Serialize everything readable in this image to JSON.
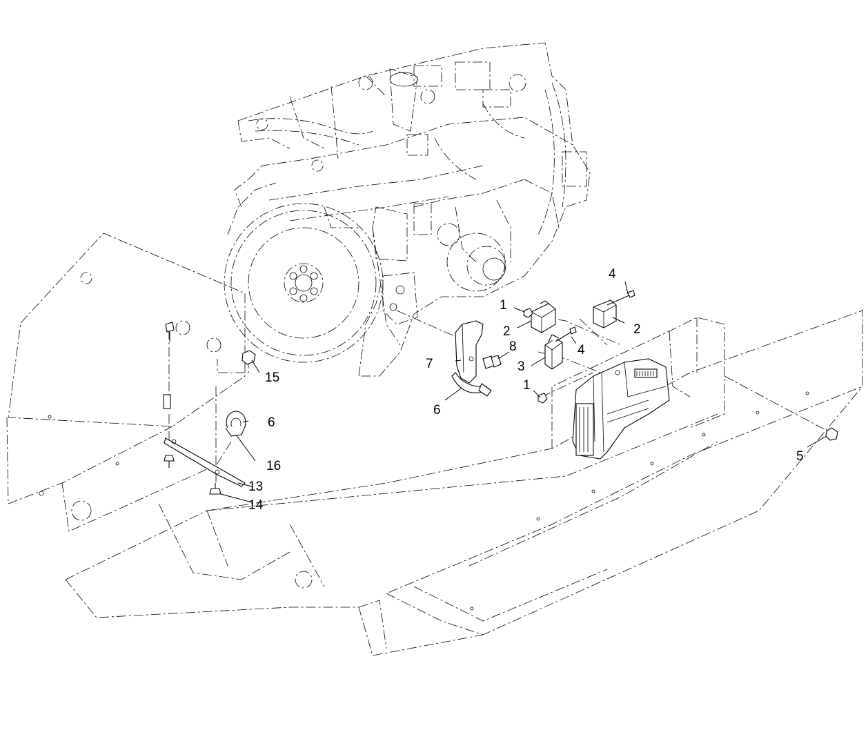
{
  "callouts": [
    {
      "id": "c1a",
      "text": "1"
    },
    {
      "id": "c1b",
      "text": "1"
    },
    {
      "id": "c2a",
      "text": "2"
    },
    {
      "id": "c2b",
      "text": "2"
    },
    {
      "id": "c3",
      "text": "3"
    },
    {
      "id": "c4a",
      "text": "4"
    },
    {
      "id": "c4b",
      "text": "4"
    },
    {
      "id": "c5",
      "text": "5"
    },
    {
      "id": "c6a",
      "text": "6"
    },
    {
      "id": "c6b",
      "text": "6"
    },
    {
      "id": "c7",
      "text": "7"
    },
    {
      "id": "c8",
      "text": "8"
    },
    {
      "id": "c13",
      "text": "13"
    },
    {
      "id": "c14",
      "text": "14"
    },
    {
      "id": "c15",
      "text": "15"
    },
    {
      "id": "c16",
      "text": "16"
    }
  ]
}
